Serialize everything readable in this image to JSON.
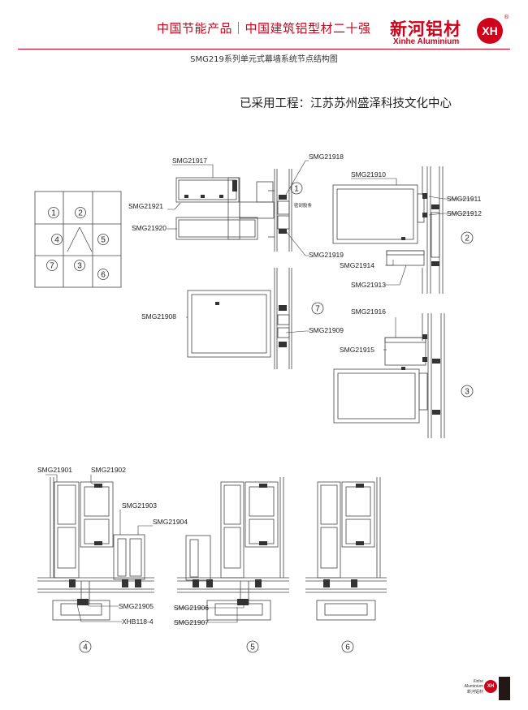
{
  "header": {
    "slogan": "中国节能产品｜中国建筑铝型材二十强",
    "brand_cn": "新河铝材",
    "brand_en": "Xinhe Aluminium",
    "badge": "XH",
    "registered": "®"
  },
  "title": "SMG219系列单元式幕墙系统节点结构图",
  "project": {
    "label": "已采用工程",
    "value": "江苏苏州盛泽科技文化中心"
  },
  "callouts": {
    "n1": "1",
    "n2": "2",
    "n3": "3",
    "n4": "4",
    "n5": "5",
    "n6": "6",
    "n7": "7",
    "seal_note": "密封胶条"
  },
  "parts": {
    "p01": "SMG21901",
    "p02": "SMG21902",
    "p03": "SMG21903",
    "p04": "SMG21904",
    "p05": "SMG21905",
    "p06": "SMG21906",
    "p07": "SMG21907",
    "p08": "SMG21908",
    "p09": "SMG21909",
    "p10": "SMG21910",
    "p11": "SMG21911",
    "p12": "SMG21912",
    "p13": "SMG21913",
    "p14": "SMG21914",
    "p15": "SMG21915",
    "p16": "SMG21916",
    "p17": "SMG21917",
    "p18": "SMG21918",
    "p19": "SMG21919",
    "p20": "SMG21920",
    "p21": "SMG21921",
    "xhb": "XHB118-4"
  },
  "footer": {
    "brand_en_1": "Xinhe",
    "brand_en_2": "Aluminium",
    "brand_cn": "新河铝材",
    "badge": "XH"
  },
  "colors": {
    "brand_red": "#d0021b",
    "line": "#444444",
    "dark_square": "#231815"
  }
}
